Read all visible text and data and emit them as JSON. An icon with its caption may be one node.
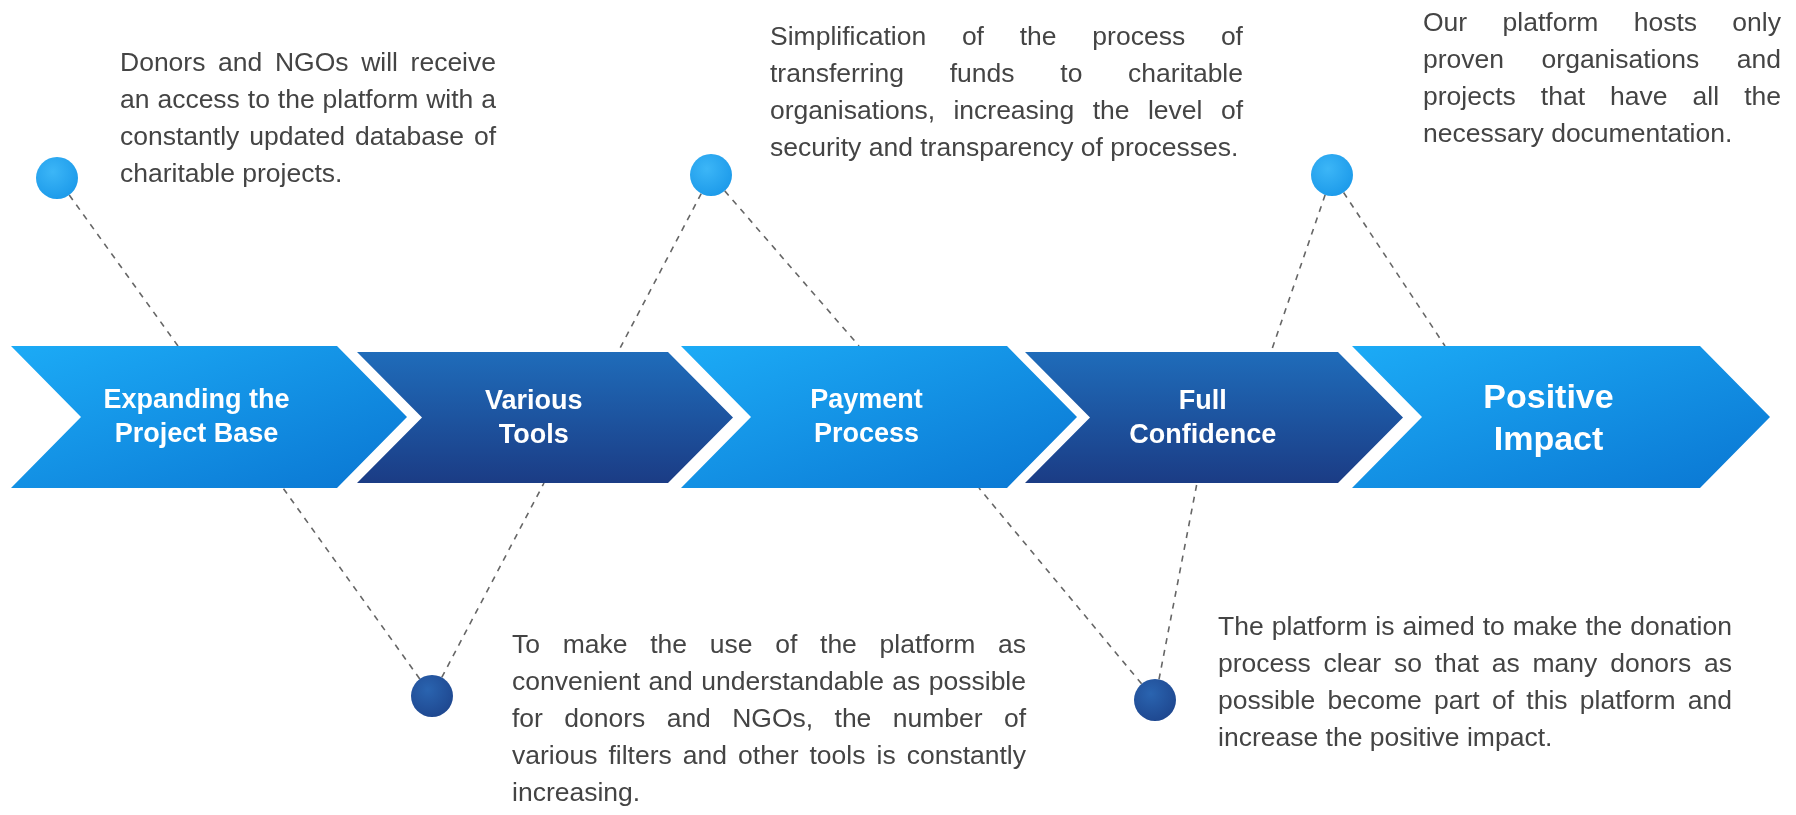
{
  "diagram": {
    "nodes": [
      {
        "text": [
          "Expanding the Project Base"
        ]
      },
      {
        "text": [
          "Various Tools"
        ]
      },
      {
        "text": [
          "Payment Process"
        ]
      },
      {
        "text": [
          "Full Confidence"
        ]
      },
      {
        "text": [
          "Positive Impact"
        ]
      },
      {
        "text": [],
        "shape": "circle",
        "beside": [
          "Donors and NGOs will receive an access to the platform with a constantly updated database of charitable projects."
        ]
      },
      {
        "text": [],
        "shape": "circle",
        "beside": [
          "To make the use of the platform as convenient and understandable as possible for donors and NGOs, the number of various filters and other tools is constantly increasing."
        ]
      },
      {
        "text": [],
        "shape": "circle",
        "beside": [
          "Simplification of the process of transferring funds to charitable organisations, increasing the level of security and transparency of processes."
        ]
      },
      {
        "text": [],
        "shape": "circle",
        "beside": [
          "The platform is aimed to make the donation process clear so that as many donors as possible become part of this platform and increase the positive impact."
        ]
      },
      {
        "text": [],
        "shape": "circle",
        "beside": [
          "Our platform hosts only proven organisations and projects that have all the necessary documentation."
        ]
      }
    ],
    "edges": [
      {
        "from": 5,
        "to": 0,
        "arrow": "none",
        "style": "dashed"
      },
      {
        "from": 6,
        "to": 0,
        "arrow": "none",
        "style": "dashed"
      },
      {
        "from": 6,
        "to": 1,
        "arrow": "none",
        "style": "dashed"
      },
      {
        "from": 7,
        "to": 1,
        "arrow": "none",
        "style": "dashed"
      },
      {
        "from": 7,
        "to": 2,
        "arrow": "none",
        "style": "dashed"
      },
      {
        "from": 8,
        "to": 2,
        "arrow": "none",
        "style": "dashed"
      },
      {
        "from": 8,
        "to": 3,
        "arrow": "none",
        "style": "dashed"
      },
      {
        "from": 9,
        "to": 3,
        "arrow": "none",
        "style": "dashed"
      },
      {
        "from": 9,
        "to": 4,
        "arrow": "none",
        "style": "dashed"
      }
    ]
  }
}
